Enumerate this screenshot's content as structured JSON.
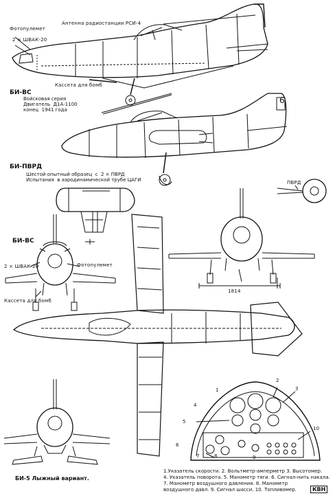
{
  "callouts": {
    "gun_camera_top": "Фотопулемет",
    "cannons_top": "2 × ШВАК-20",
    "radio_antenna": "Антенна радиостанции РСИ-4",
    "bomb_cassette_top": "Кассета для бомб",
    "pvrd": "ПВРД",
    "cannons_front": "2 × ШВАК-20",
    "gun_camera_front": "Фотопулемет",
    "bomb_cassette_front": "Кассета для бомб",
    "span_dim": "1814"
  },
  "bi_vs": {
    "title": "БИ-ВС",
    "caption": "Войсковая серия\nДвигатель  Д1А-1100\nконец  1941 года"
  },
  "bi_pvrd": {
    "title": "БИ-ПВРД",
    "caption": "Шестой опытный образец  с  2 × ПВРД\nИспытания  в аэродинамической трубе ЦАГИ"
  },
  "front_view_title": "БИ-ВС",
  "tail_number": "6",
  "ski_variant": "БИ-5   Лыжный вариант.",
  "panel_numbers": [
    "1",
    "2",
    "3",
    "4",
    "5",
    "6",
    "7",
    "8",
    "9",
    "10"
  ],
  "legend": [
    "1.Указатель скорости.   2. Вольтметр-амперметр  3. Высотомер.",
    "4. Указатель поворота.  5. Манометр тяги.  6. Сигнал-нить накала.",
    "7. Манометр воздушного давления.  8. Манометр",
    "воздушного давл.  9. Сигнал шасси.  10. Топливомер."
  ],
  "stamp": "КВН"
}
